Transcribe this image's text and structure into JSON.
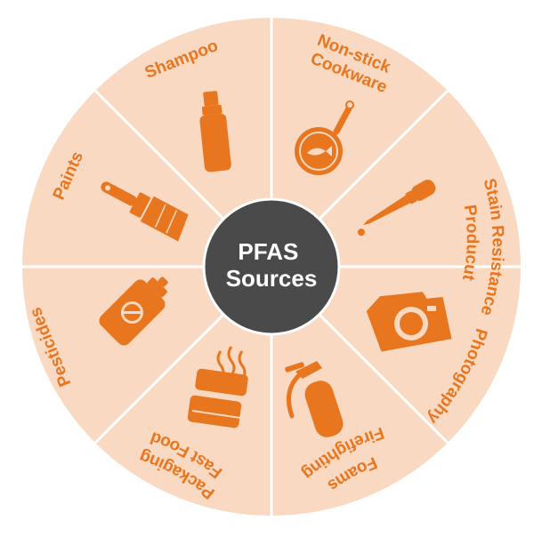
{
  "center": {
    "line1": "PFAS",
    "line2": "Sources"
  },
  "colors": {
    "segment_fill": "#f9d9c2",
    "divider": "#ffffff",
    "icon": "#e8761f",
    "label": "#e8761f",
    "center_fill": "#4a4a4a",
    "center_text": "#ffffff"
  },
  "segments": [
    {
      "id": "non-stick-cookware",
      "lines": [
        "Non-stick",
        "Cookware"
      ],
      "icon": "frying-pan-icon"
    },
    {
      "id": "stain-resistance-product",
      "lines": [
        "Stain Resistance",
        "Producut"
      ],
      "icon": "dropper-icon"
    },
    {
      "id": "photography",
      "lines": [
        "Photography"
      ],
      "icon": "camera-icon"
    },
    {
      "id": "firefighting-foams",
      "lines": [
        "Firefighting",
        "Foams"
      ],
      "icon": "fire-extinguisher-icon"
    },
    {
      "id": "fast-food-packaging",
      "lines": [
        "Fast Food",
        "Packaging"
      ],
      "icon": "food-container-icon"
    },
    {
      "id": "pesticides",
      "lines": [
        "Pesticides"
      ],
      "icon": "spray-can-icon"
    },
    {
      "id": "paints",
      "lines": [
        "Paints"
      ],
      "icon": "paintbrush-icon"
    },
    {
      "id": "shampoo",
      "lines": [
        "Shampoo"
      ],
      "icon": "shampoo-bottle-icon"
    }
  ]
}
